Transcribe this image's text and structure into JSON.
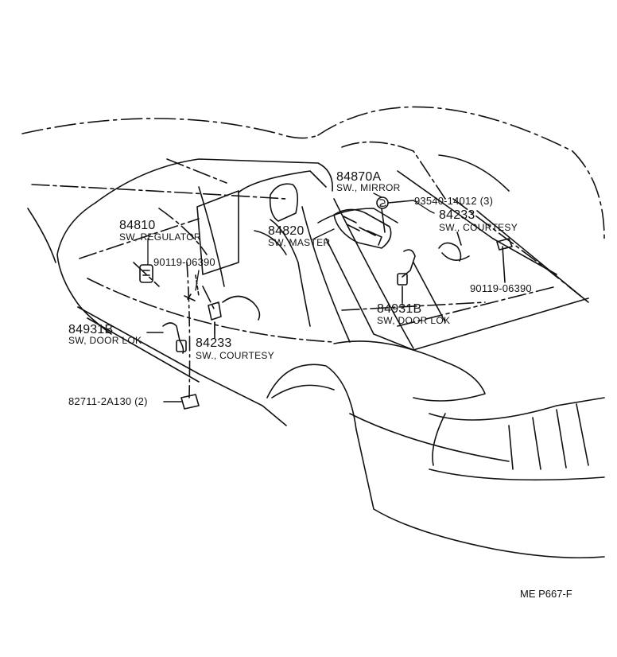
{
  "colors": {
    "ink": "#111111",
    "paper": "#ffffff"
  },
  "labels": {
    "p84810": {
      "number": "84810",
      "desc": "SW, REGULATOR"
    },
    "p84820": {
      "number": "84820",
      "desc": "SW, MASTER"
    },
    "p84870a": {
      "number": "84870A",
      "desc": "SW., MIRROR"
    },
    "p84233_right": {
      "number": "84233",
      "desc": "SW., COURTESY"
    },
    "p84233_left": {
      "number": "84233",
      "desc": "SW., COURTESY"
    },
    "p84931b_right": {
      "number": "84931B",
      "desc": "SW, DOOR LOK"
    },
    "p84931b_left": {
      "number": "84931B",
      "desc": "SW, DOOR LOK"
    },
    "screw_left": "90119-06390",
    "screw_right": "90119-06390",
    "clip": "93540-14012 (3)",
    "bracket": "82711-2A130 (2)",
    "ref_code": "ME P667-F"
  }
}
